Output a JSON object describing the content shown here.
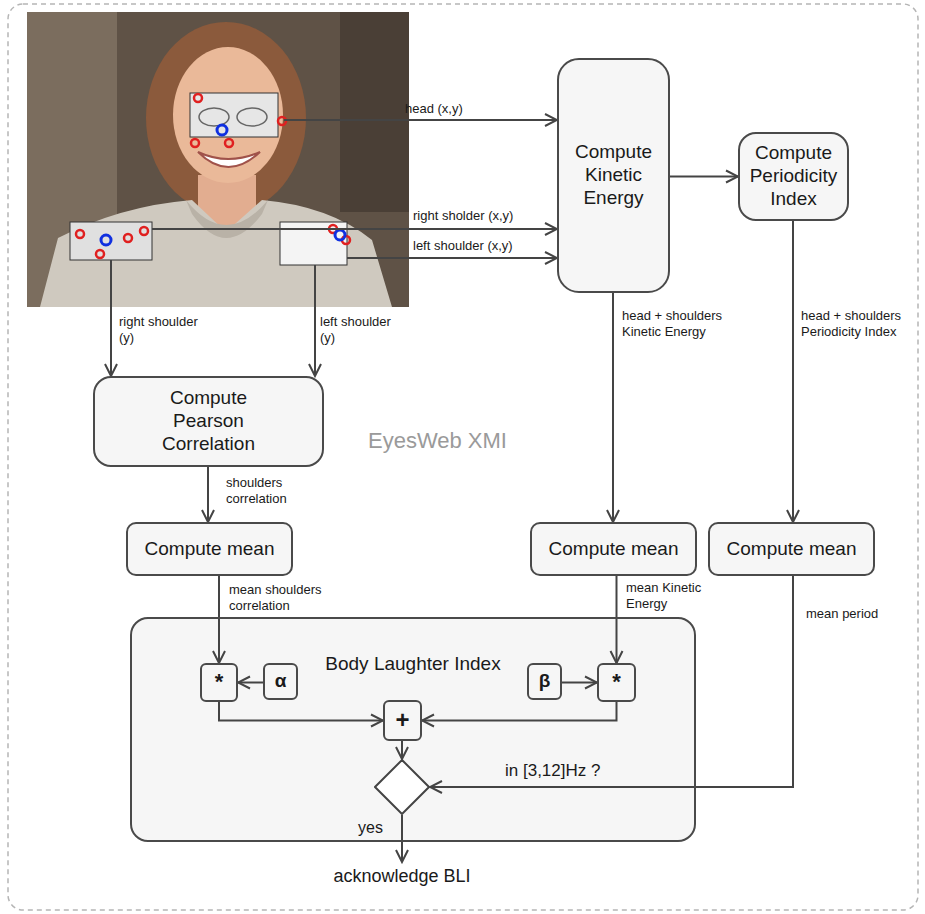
{
  "diagram": {
    "nodes": [
      {
        "text": [
          "Compute Kinetic Energy"
        ]
      },
      {
        "text": [
          "Compute Periodicity Index"
        ]
      },
      {
        "text": [
          "Compute Pearson Correlation"
        ]
      },
      {
        "text": [
          "Compute mean"
        ]
      },
      {
        "text": [
          "Compute mean"
        ]
      },
      {
        "text": [
          "Compute mean"
        ]
      },
      {
        "text": [
          "Body Laughter Index"
        ]
      },
      {
        "text": [
          "*"
        ],
        "in": 6
      },
      {
        "text": [
          "α"
        ],
        "in": 6
      },
      {
        "text": [
          "β"
        ],
        "in": 6
      },
      {
        "text": [
          "*"
        ],
        "in": 6
      },
      {
        "text": [
          "+"
        ],
        "in": 6
      },
      {
        "text": [],
        "in": 6
      }
    ],
    "edges": [
      {
        "from": 0,
        "to": 1,
        "arrow": "to"
      },
      {
        "from": 0,
        "to": 4,
        "label": "head + shoulders Kinetic Energy",
        "arrow": "to"
      },
      {
        "from": 1,
        "to": 5,
        "label": "head + shoulders Periodicity Index",
        "arrow": "to"
      },
      {
        "from": 2,
        "to": 3,
        "label": "shoulders correlation",
        "arrow": "to"
      },
      {
        "from": 3,
        "to": 7,
        "label": "mean shoulders correlation",
        "arrow": "to"
      },
      {
        "from": 4,
        "to": 10,
        "label": "mean Kinetic Energy",
        "arrow": "to"
      },
      {
        "from": 5,
        "to": 12,
        "label": "mean period",
        "arrow": "to"
      },
      {
        "from": 8,
        "to": 7,
        "arrow": "to"
      },
      {
        "from": 9,
        "to": 10,
        "arrow": "to"
      },
      {
        "from": 7,
        "to": 11,
        "arrow": "to"
      },
      {
        "from": 10,
        "to": 11,
        "arrow": "to"
      },
      {
        "from": 11,
        "to": 12,
        "arrow": "to"
      }
    ],
    "labels": [
      "head (x,y)",
      "right sholder (x,y)",
      "left shoulder (x,y)",
      "right shoulder (y)",
      "left shoulder (y)",
      "EyesWeb XMI",
      "in [3,12]Hz ?",
      "yes",
      "acknowledge BLI"
    ]
  }
}
